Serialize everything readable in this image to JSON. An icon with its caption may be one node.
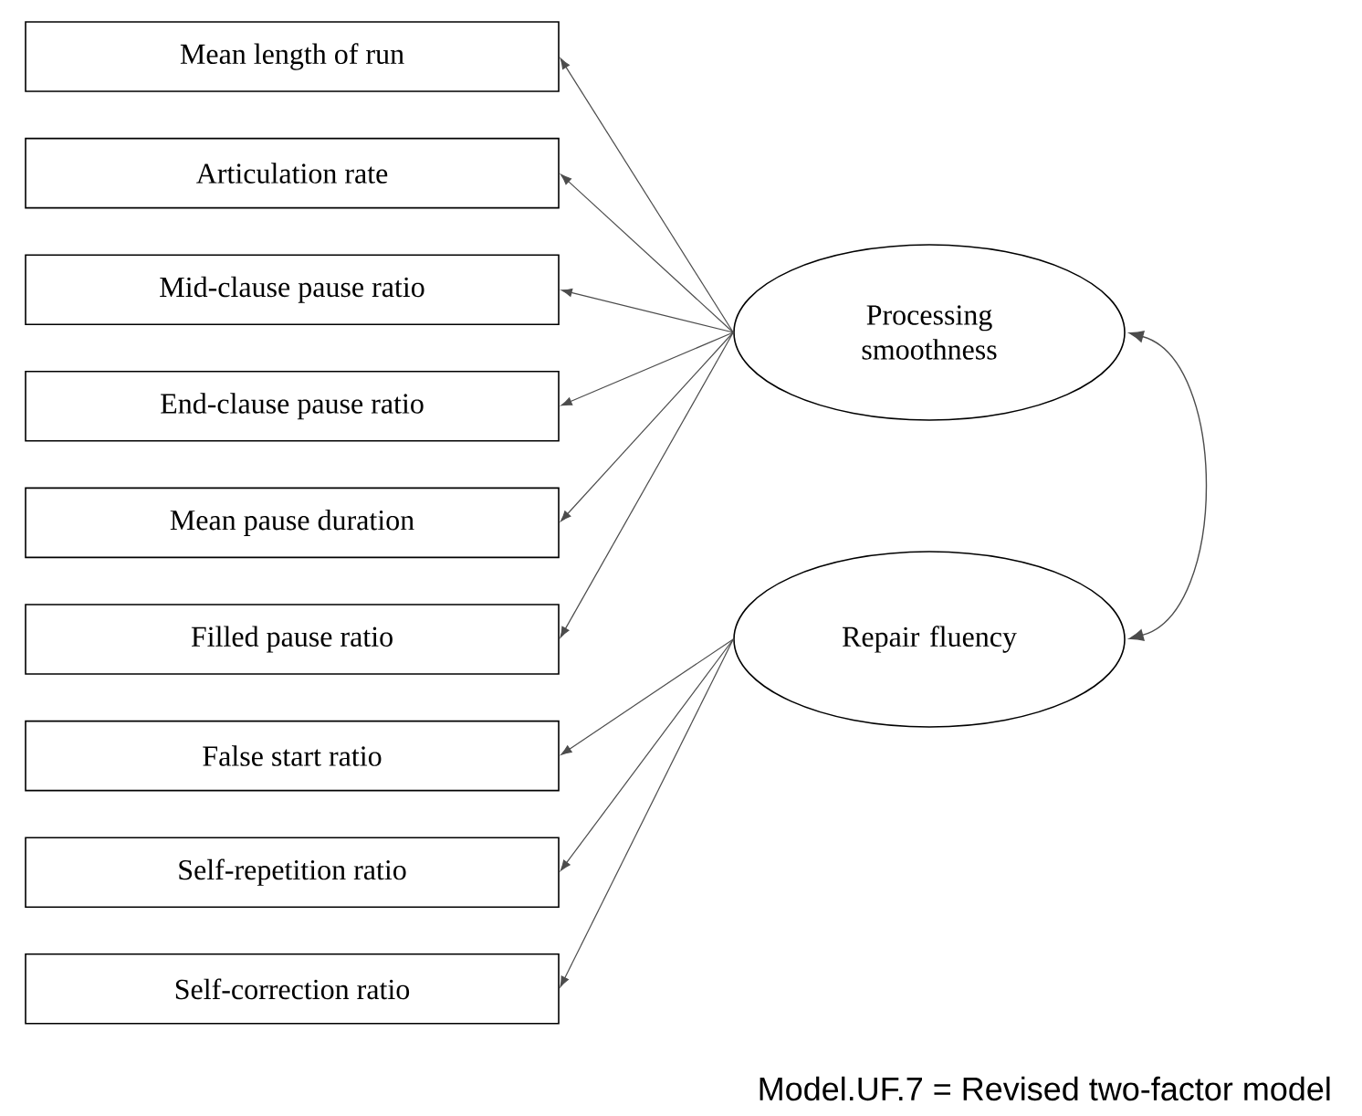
{
  "diagram": {
    "caption": "Model.UF.7 = Revised two-factor model",
    "nodes": [
      {
        "text": [
          "Mean length of run"
        ]
      },
      {
        "text": [
          "Articulation rate"
        ]
      },
      {
        "text": [
          "Mid-clause pause ratio"
        ]
      },
      {
        "text": [
          "End-clause pause ratio"
        ]
      },
      {
        "text": [
          "Mean pause duration"
        ]
      },
      {
        "text": [
          "Filled pause ratio"
        ]
      },
      {
        "text": [
          "False start ratio"
        ]
      },
      {
        "text": [
          "Self-repetition ratio"
        ]
      },
      {
        "text": [
          "Self-correction ratio"
        ]
      },
      {
        "text": [
          "Processing smoothness"
        ]
      },
      {
        "text": [
          "Repair fluency"
        ]
      }
    ],
    "edges": [
      {
        "from": 9,
        "to": 0,
        "arrow": "to"
      },
      {
        "from": 9,
        "to": 1,
        "arrow": "to"
      },
      {
        "from": 9,
        "to": 2,
        "arrow": "to"
      },
      {
        "from": 9,
        "to": 3,
        "arrow": "to"
      },
      {
        "from": 9,
        "to": 4,
        "arrow": "to"
      },
      {
        "from": 9,
        "to": 5,
        "arrow": "to"
      },
      {
        "from": 10,
        "to": 6,
        "arrow": "to"
      },
      {
        "from": 10,
        "to": 7,
        "arrow": "to"
      },
      {
        "from": 10,
        "to": 8,
        "arrow": "to"
      },
      {
        "from": 9,
        "to": 10,
        "arrow": "both"
      }
    ]
  }
}
